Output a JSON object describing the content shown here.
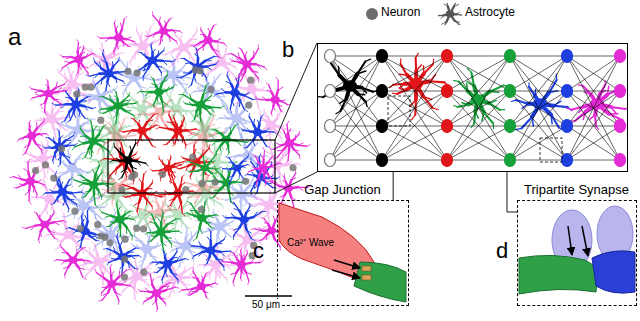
{
  "diagram": {
    "nodes": [
      {
        "text": [
          "b"
        ]
      },
      {
        "text": [
          "Gap Junction",
          "c",
          "Ca²⁺ Wave"
        ]
      },
      {
        "text": [
          "Tripartite Synapse",
          "d"
        ]
      }
    ],
    "edges": [
      {
        "from": 0,
        "to": 1,
        "arrow": "none"
      },
      {
        "from": 0,
        "to": 2,
        "arrow": "none"
      }
    ],
    "labels": [
      "a",
      "50 μm"
    ],
    "legend": [
      {
        "text": "Neuron",
        "color": "#6e6e6e"
      },
      {
        "text": "Astrocyte"
      }
    ]
  }
}
